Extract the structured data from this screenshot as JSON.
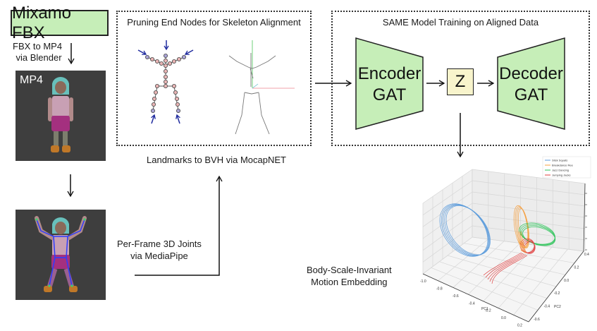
{
  "source": {
    "label": "Mixamo FBX",
    "fill": "#c6eeb8"
  },
  "steps": {
    "fbx_to_mp4": [
      "FBX to MP4",
      "via Blender"
    ],
    "mp4_label": "MP4",
    "mediapipe": [
      "Per-Frame 3D Joints",
      "via MediaPipe"
    ],
    "mocapnet": "Landmarks to BVH via MocapNET",
    "embedding": [
      "Body-Scale-Invariant",
      "Motion Embedding"
    ]
  },
  "pruning_panel": {
    "title": "Pruning End Nodes for Skeleton Alignment",
    "arrow_color": "#1e2a9e",
    "joint_color": "#e8b4b4",
    "end_joint_color": "#a9a3d6"
  },
  "model_panel": {
    "title": "SAME Model Training on Aligned Data",
    "encoder": [
      "Encoder",
      "GAT"
    ],
    "latent": "Z",
    "decoder": [
      "Decoder",
      "GAT"
    ],
    "block_fill": "#c6eeb8",
    "latent_fill": "#f8f4cc"
  },
  "chart_data": {
    "type": "line",
    "projection": "3d",
    "title": "",
    "xlabel": "PC1",
    "ylabel": "PC2",
    "zlabel": "",
    "x_ticks": [
      "-1.0",
      "-0.8",
      "-0.6",
      "-0.4",
      "-0.2",
      "0.0",
      "0.2"
    ],
    "y_ticks": [
      "-0.6",
      "-0.4",
      "-0.2",
      "0.0",
      "0.2",
      "0.4"
    ],
    "z_ticks": [
      "",
      "",
      "",
      "",
      "",
      ""
    ],
    "xlim": [
      -1.0,
      0.3
    ],
    "ylim": [
      -0.6,
      0.5
    ],
    "grid": true,
    "legend_position": "top-right",
    "series": [
      {
        "name": "Stick Squats",
        "color": "#5b9bdc"
      },
      {
        "name": "Breakdance Ree",
        "color": "#f5a040"
      },
      {
        "name": "Jazz Dancing",
        "color": "#2ec45a"
      },
      {
        "name": "Jumping Jacks",
        "color": "#e04040"
      }
    ]
  }
}
